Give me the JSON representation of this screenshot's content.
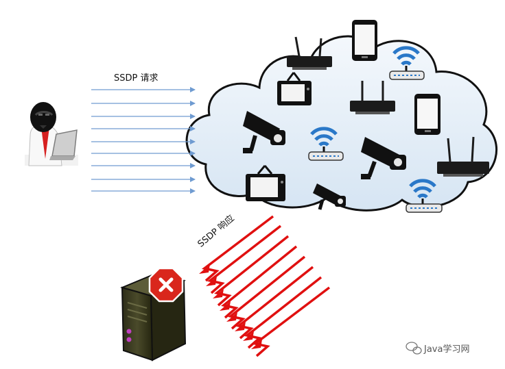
{
  "labels": {
    "request": "SSDP 请求",
    "response": "SSDP 响应"
  },
  "watermark": {
    "text": "Java学习网"
  },
  "colors": {
    "request_arrow": "#6f9bd1",
    "response_arrow": "#e01010",
    "cloud_fill": "#e3eef8",
    "cloud_stroke": "#111111",
    "wifi": "#2a78c8",
    "server_body": "#3d3d22",
    "error_badge": "#d9261c"
  },
  "icons": {
    "attacker": "hacker-with-laptop-icon",
    "victim": "server-with-error-icon",
    "devices": [
      "router-icon",
      "smartphone-icon",
      "wifi-router-icon",
      "tv-icon",
      "router-icon",
      "security-camera-icon",
      "wifi-router-icon",
      "security-camera-icon",
      "smartphone-icon",
      "router-icon",
      "tv-icon",
      "security-camera-icon",
      "wifi-router-icon"
    ]
  }
}
